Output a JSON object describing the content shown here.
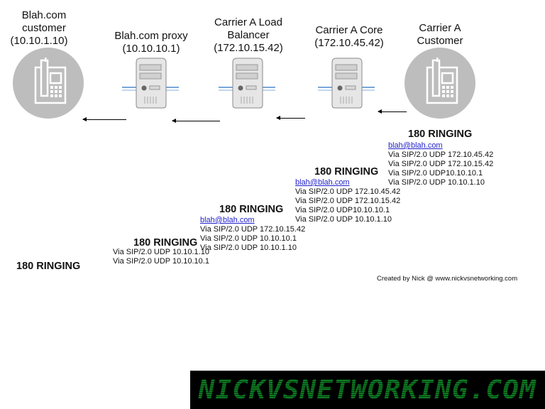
{
  "nodes": [
    {
      "name_lines": [
        "Blah.com",
        "customer",
        "(10.10.1.10)"
      ],
      "type": "phone-icon"
    },
    {
      "name_lines": [
        "Blah.com proxy",
        "(10.10.10.1)"
      ],
      "type": "server-icon"
    },
    {
      "name_lines": [
        "Carrier A Load",
        "Balancer",
        "(172.10.15.42)"
      ],
      "type": "server-icon"
    },
    {
      "name_lines": [
        "Carrier A Core",
        "(172.10.45.42)"
      ],
      "type": "server-icon"
    },
    {
      "name_lines": [
        "Carrier A",
        "Customer"
      ],
      "type": "phone-icon"
    }
  ],
  "messages": [
    {
      "title": "180 RINGING",
      "link": "blah@blah.com",
      "vias": [
        "Via SIP/2.0 UDP 172.10.45.42",
        "Via SIP/2.0 UDP 172.10.15.42",
        "Via SIP/2.0 UDP10.10.10.1",
        "Via SIP/2.0 UDP 10.10.1.10"
      ]
    },
    {
      "title": "180 RINGING",
      "link": "blah@blah.com",
      "vias": [
        "Via SIP/2.0 UDP 172.10.45.42",
        "Via SIP/2.0 UDP 172.10.15.42",
        "Via SIP/2.0 UDP10.10.10.1",
        "Via SIP/2.0 UDP 10.10.1.10"
      ]
    },
    {
      "title": "180 RINGING",
      "link": "blah@blah.com",
      "vias": [
        "Via SIP/2.0 UDP 172.10.15.42",
        "Via SIP/2.0 UDP 10.10.10.1",
        "Via SIP/2.0 UDP 10.10.1.10"
      ]
    },
    {
      "title": "180 RINGING",
      "vias": [
        "Via SIP/2.0 UDP 10.10.1.10",
        "Via SIP/2.0 UDP 10.10.10.1"
      ]
    },
    {
      "title": "180 RINGING"
    }
  ],
  "credit": "Created by Nick @ www.nickvsnetworking.com",
  "banner": "NICKVSNETWORKING.COM",
  "colors": {
    "link": "#2222cc",
    "banner_text": "#0d6b1e",
    "phone_circle": "#bdbdbd"
  }
}
